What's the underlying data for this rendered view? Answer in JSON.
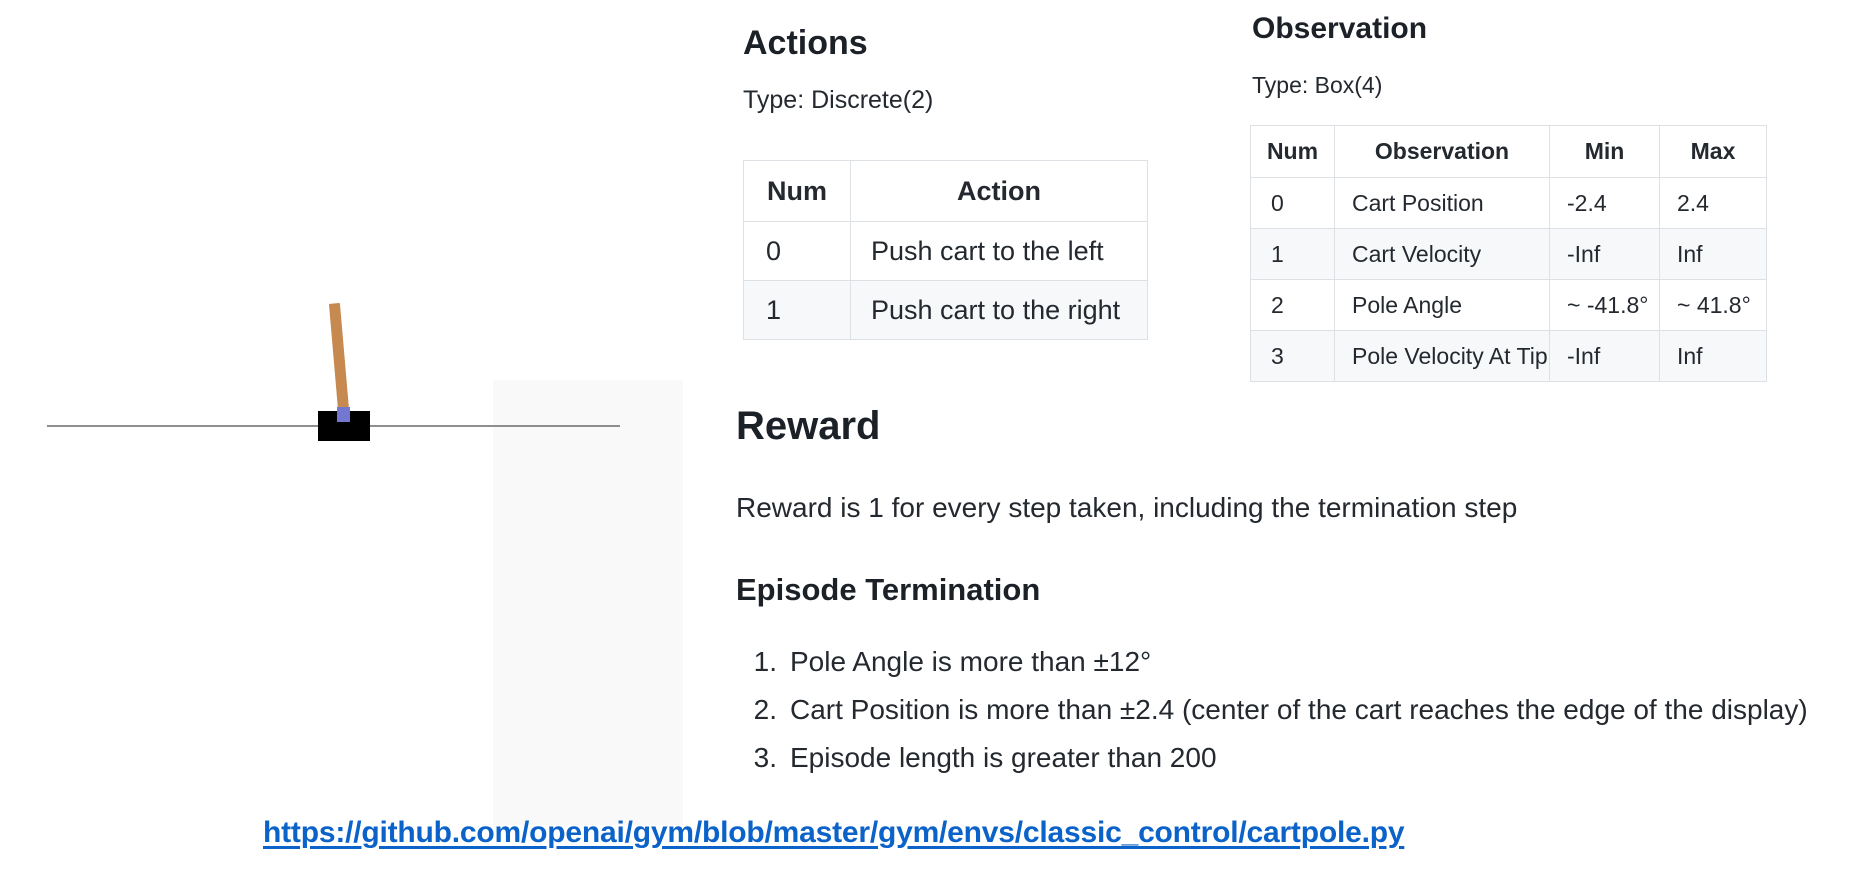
{
  "cartpole_render": {
    "track_color": "#8e8e8e",
    "cart_color": "#000000",
    "pole_color": "#c6894f",
    "axle_color": "#7477d0"
  },
  "actions": {
    "heading": "Actions",
    "type_label": "Type: Discrete(2)",
    "table": {
      "headers": [
        "Num",
        "Action"
      ],
      "rows": [
        [
          "0",
          "Push cart to the left"
        ],
        [
          "1",
          "Push cart to the right"
        ]
      ]
    }
  },
  "observation": {
    "heading": "Observation",
    "type_label": "Type: Box(4)",
    "table": {
      "headers": [
        "Num",
        "Observation",
        "Min",
        "Max"
      ],
      "rows": [
        [
          "0",
          "Cart Position",
          "-2.4",
          "2.4"
        ],
        [
          "1",
          "Cart Velocity",
          "-Inf",
          "Inf"
        ],
        [
          "2",
          "Pole Angle",
          "~ -41.8°",
          "~ 41.8°"
        ],
        [
          "3",
          "Pole Velocity At Tip",
          "-Inf",
          "Inf"
        ]
      ]
    }
  },
  "reward": {
    "heading": "Reward",
    "description": "Reward is 1 for every step taken, including the termination step"
  },
  "episode_termination": {
    "heading": "Episode Termination",
    "items": [
      "Pole Angle is more than ±12°",
      "Cart Position is more than ±2.4 (center of the cart reaches the edge of the display)",
      "Episode length is greater than 200"
    ]
  },
  "source_link": {
    "url": "https://github.com/openai/gym/blob/master/gym/envs/classic_control/cartpole.py",
    "color": "#0b62c9"
  }
}
